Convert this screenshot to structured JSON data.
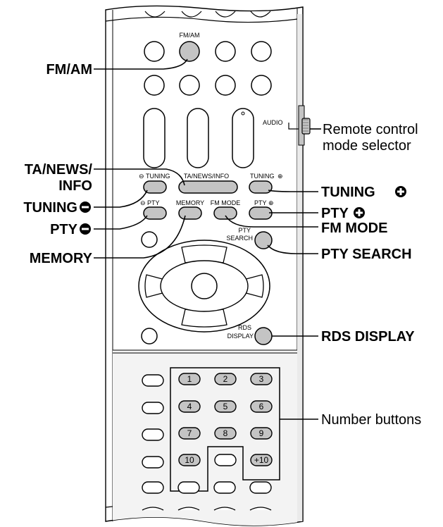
{
  "remote": {
    "label_fm_am": "FM/AM",
    "label_audio": "AUDIO",
    "label_ta_news_info": "TA/NEWS/INFO",
    "label_tuning_minus": "TUNING",
    "label_tuning_plus": "TUNING",
    "label_pty_minus": "PTY",
    "label_memory": "MEMORY",
    "label_fm_mode": "FM MODE",
    "label_pty_plus": "PTY",
    "label_pty_search_1": "PTY",
    "label_pty_search_2": "SEARCH",
    "label_rds_display_1": "RDS",
    "label_rds_display_2": "DISPLAY",
    "number_keys": [
      "1",
      "2",
      "3",
      "4",
      "5",
      "6",
      "7",
      "8",
      "9",
      "10",
      "+10"
    ]
  },
  "callouts": {
    "fm_am": "FM/AM",
    "ta_news_info_1": "TA/NEWS/",
    "ta_news_info_2": "INFO",
    "tuning_minus": "TUNING",
    "pty_minus": "PTY",
    "memory": "MEMORY",
    "remote_mode_1": "Remote control",
    "remote_mode_2": "mode selector",
    "tuning_plus": "TUNING",
    "pty_plus": "PTY",
    "fm_mode": "FM MODE",
    "pty_search": "PTY SEARCH",
    "rds_display": "RDS DISPLAY",
    "number_buttons": "Number buttons"
  },
  "icons": {
    "minus": "circle-minus-icon",
    "plus": "circle-plus-icon"
  },
  "colors": {
    "button_fill": "#c4c4c4",
    "line": "#000000",
    "panel_tint": "#f3f3f3"
  }
}
